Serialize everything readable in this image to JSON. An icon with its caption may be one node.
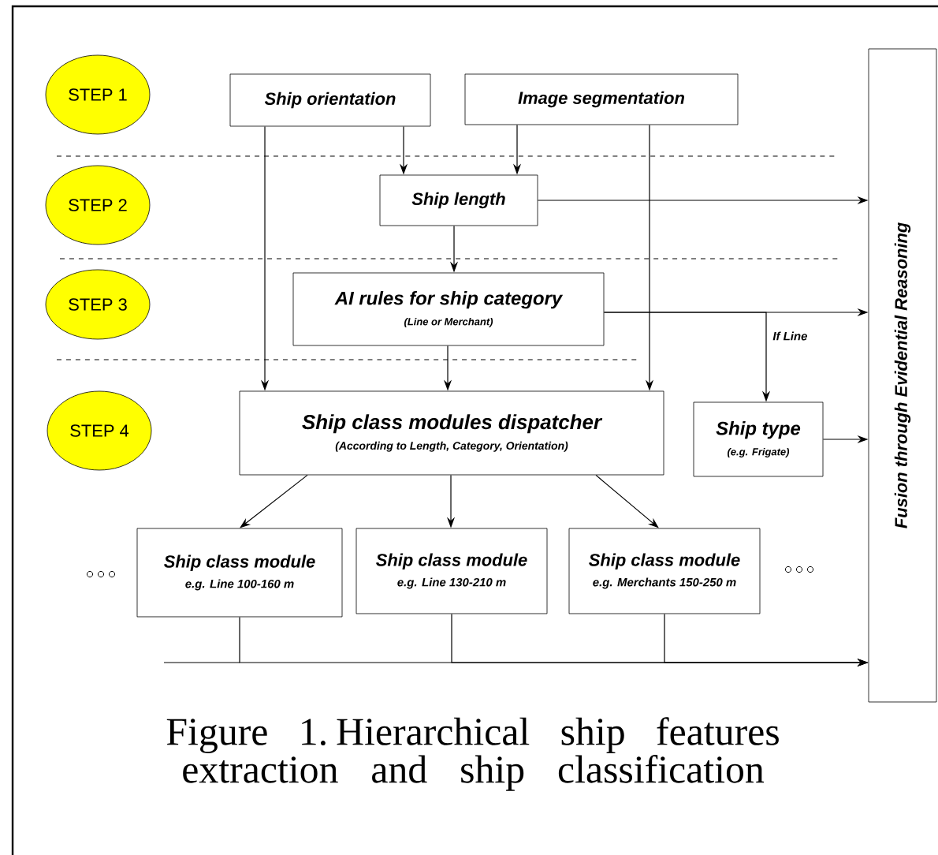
{
  "diagram": {
    "caption": "Figure 1. Hierarchical ship features extraction and ship classification",
    "nodes": [
      {
        "text": [
          "STEP 1"
        ]
      },
      {
        "text": [
          "STEP 2"
        ]
      },
      {
        "text": [
          "STEP 3"
        ]
      },
      {
        "text": [
          "STEP 4"
        ]
      },
      {
        "text": [
          "Ship orientation"
        ]
      },
      {
        "text": [
          "Image segmentation"
        ]
      },
      {
        "text": [
          "Ship length"
        ]
      },
      {
        "text": [
          "AI rules for ship category",
          "(Line or Merchant)"
        ]
      },
      {
        "text": [
          "Ship class modules dispatcher",
          "(According to Length, Category, Orientation)"
        ]
      },
      {
        "text": [
          "Ship type",
          "(e.g. Frigate)"
        ]
      },
      {
        "text": [
          "Fusion through Evidential Reasoning"
        ]
      },
      {
        "text": [
          "Ship class module",
          "e.g. Line 100-160 m"
        ]
      },
      {
        "text": [
          "Ship class module",
          "e.g. Line 130-210 m"
        ]
      },
      {
        "text": [
          "Ship class module",
          "e.g. Merchants 150-250 m"
        ]
      }
    ],
    "edges": [
      {
        "from": 4,
        "to": 6,
        "arrow": "to"
      },
      {
        "from": 5,
        "to": 6,
        "arrow": "to"
      },
      {
        "from": 4,
        "to": 8,
        "arrow": "to"
      },
      {
        "from": 5,
        "to": 8,
        "arrow": "to"
      },
      {
        "from": 6,
        "to": 7,
        "arrow": "to"
      },
      {
        "from": 6,
        "to": 10,
        "arrow": "to"
      },
      {
        "from": 7,
        "to": 10,
        "arrow": "to"
      },
      {
        "from": 7,
        "to": 9,
        "arrow": "to",
        "label": "If Line"
      },
      {
        "from": 7,
        "to": 8,
        "arrow": "to"
      },
      {
        "from": 9,
        "to": 10,
        "arrow": "to"
      },
      {
        "from": 8,
        "to": 11,
        "arrow": "to"
      },
      {
        "from": 8,
        "to": 12,
        "arrow": "to"
      },
      {
        "from": 8,
        "to": 13,
        "arrow": "to"
      },
      {
        "from": 11,
        "to": 10,
        "arrow": "to"
      },
      {
        "from": 12,
        "to": 10,
        "arrow": "to"
      },
      {
        "from": 13,
        "to": 10,
        "arrow": "to"
      }
    ]
  }
}
